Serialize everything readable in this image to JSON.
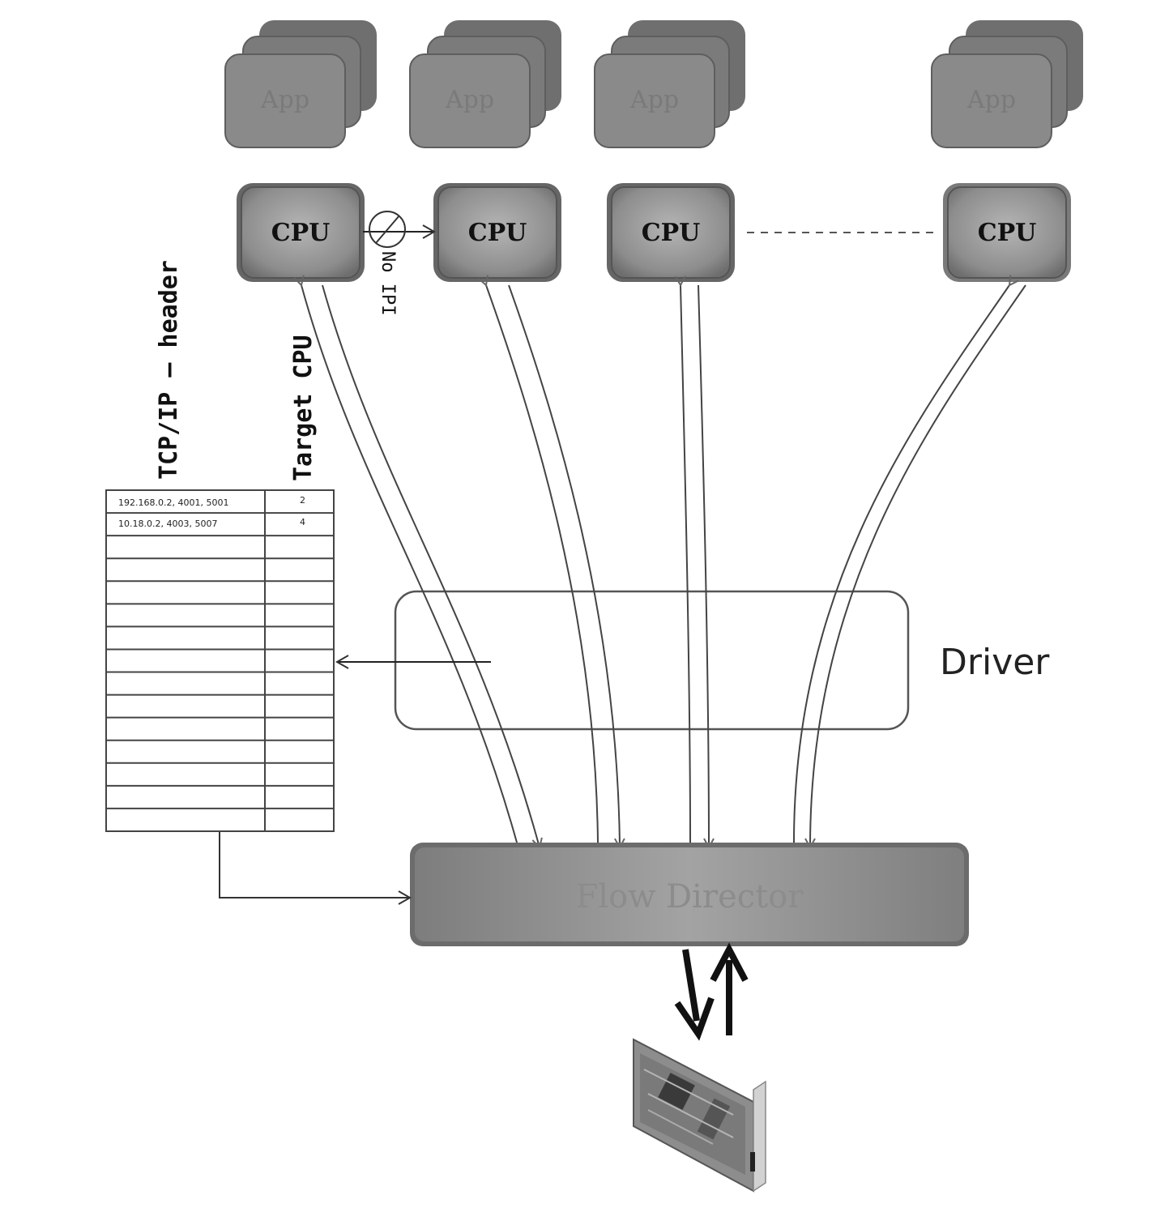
{
  "app_label": "App",
  "cpus": [
    {
      "label": "CPU"
    },
    {
      "label": "CPU"
    },
    {
      "label": "CPU"
    },
    {
      "label": "CPU"
    }
  ],
  "no_ipi_label": "No IPI",
  "driver_label": "Driver",
  "flow_director_label": "Flow Director",
  "table": {
    "header_left": "TCP/IP – header",
    "header_right": "Target CPU",
    "rows": [
      {
        "tuple": "192.168.0.2,  4001,  5001",
        "cpu": "2"
      },
      {
        "tuple": "10.18.0.2,  4003,  5007",
        "cpu": "4"
      }
    ]
  },
  "colors": {
    "box_gray": "#8a8a8a",
    "box_dark": "#666666",
    "line": "#444444"
  }
}
